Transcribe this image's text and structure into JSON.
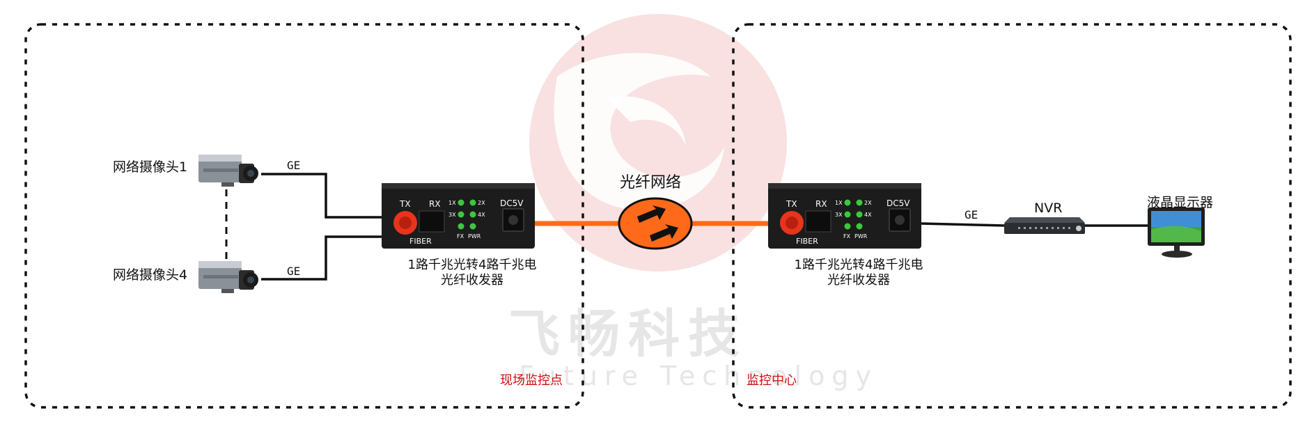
{
  "watermark": {
    "brand_cn": "飞畅科技",
    "brand_en": "Future Technology"
  },
  "regions": {
    "left": "现场监控点",
    "right": "监控中心"
  },
  "cameras": [
    {
      "label": "网络摄像头1"
    },
    {
      "label": "网络摄像头4"
    }
  ],
  "links": {
    "ge": "GE"
  },
  "converter": {
    "label_line1": "1路千兆光转4路千兆电",
    "label_line2": "光纤收发器",
    "tx": "TX",
    "rx": "RX",
    "fiber": "FIBER",
    "dc": "DC5V",
    "led_1x": "1X",
    "led_2x": "2X",
    "led_3x": "3X",
    "led_4x": "4X",
    "led_fx": "FX",
    "led_pwr": "PWR"
  },
  "network": {
    "label": "光纤网络"
  },
  "nvr": {
    "label": "NVR"
  },
  "monitor": {
    "label": "液晶显示器"
  },
  "colors": {
    "fiber": "#ff6a1a",
    "region_text": "#d01010",
    "led": "#3cc83c",
    "port": "#e8341c"
  }
}
